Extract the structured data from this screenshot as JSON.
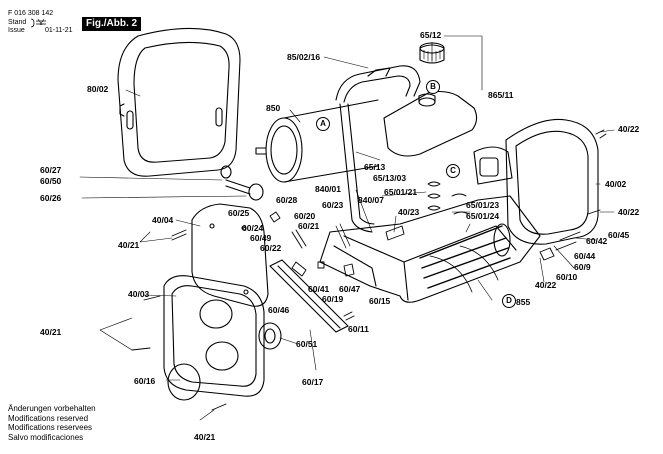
{
  "header": {
    "doc_number": "F 016 308 142",
    "stand_label": "Stand",
    "issue_label": "Issue",
    "issue_date": "01-11-21",
    "figure_label": "Fig./Abb. 2"
  },
  "notes": [
    "Änderungen vorbehalten",
    "Modifications reserved",
    "Modifications reservees",
    "Salvo modificaciones"
  ],
  "callouts": {
    "A": "A",
    "B": "B",
    "C": "C",
    "D": "D"
  },
  "part_labels": {
    "p65_12": "65/12",
    "p85_02_16": "85/02/16",
    "p865_11": "865/11",
    "p80_02": "80/02",
    "p850": "850",
    "p40_22_a": "40/22",
    "p40_02": "40/02",
    "p65_13": "65/13",
    "p65_13_03": "65/13/03",
    "p60_27": "60/27",
    "p60_50": "60/50",
    "p840_01": "840/01",
    "p840_07": "840/07",
    "p65_01_21": "65/01/21",
    "p60_26": "60/26",
    "p60_28": "60/28",
    "p60_23": "60/23",
    "p40_23": "40/23",
    "p65_01_23": "65/01/23",
    "p65_01_24": "65/01/24",
    "p40_22_b": "40/22",
    "p60_25": "60/25",
    "p40_04": "40/04",
    "p60_20": "60/20",
    "p60_24": "60/24",
    "p60_21": "60/21",
    "p60_49": "60/49",
    "p60_22": "60/22",
    "p40_21_a": "40/21",
    "p60_42": "60/42",
    "p60_45": "60/45",
    "p60_44": "60/44",
    "p60_9": "60/9",
    "p60_10": "60/10",
    "p40_22_c": "40/22",
    "p60_41": "60/41",
    "p60_47": "60/47",
    "p40_03": "40/03",
    "p60_19": "60/19",
    "p60_15": "60/15",
    "p855": "855",
    "p60_46": "60/46",
    "p40_21_b": "40/21",
    "p60_11": "60/11",
    "p60_51": "60/51",
    "p60_16": "60/16",
    "p60_17": "60/17",
    "p40_21_c": "40/21"
  }
}
